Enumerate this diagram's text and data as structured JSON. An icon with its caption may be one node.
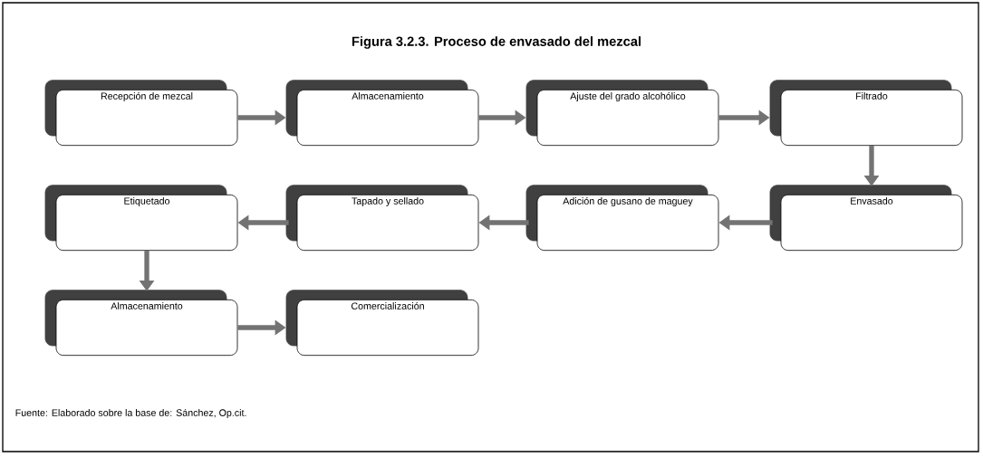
{
  "diagram": {
    "title": "Figura 3.2.3. Proceso de envasado del mezcal",
    "caption": "Fuente: Elaborado sobre la base de: Sánchez, Op.cit.",
    "nodes": [
      {
        "text": [
          "Recepción de mezcal"
        ]
      },
      {
        "text": [
          "Almacenamiento"
        ]
      },
      {
        "text": [
          "Ajuste del grado alcohólico"
        ]
      },
      {
        "text": [
          "Filtrado"
        ]
      },
      {
        "text": [
          "Etiquetado"
        ]
      },
      {
        "text": [
          "Tapado y sellado"
        ]
      },
      {
        "text": [
          "Adición de gusano de maguey"
        ]
      },
      {
        "text": [
          "Envasado"
        ]
      },
      {
        "text": [
          "Almacenamiento"
        ]
      },
      {
        "text": [
          "Comercialización"
        ]
      }
    ],
    "edges": [
      {
        "from": 0,
        "to": 1,
        "arrow": "to"
      },
      {
        "from": 1,
        "to": 2,
        "arrow": "to"
      },
      {
        "from": 2,
        "to": 3,
        "arrow": "to"
      },
      {
        "from": 3,
        "to": 7,
        "arrow": "to"
      },
      {
        "from": 7,
        "to": 6,
        "arrow": "to"
      },
      {
        "from": 6,
        "to": 5,
        "arrow": "to"
      },
      {
        "from": 5,
        "to": 4,
        "arrow": "to"
      },
      {
        "from": 4,
        "to": 8,
        "arrow": "to"
      },
      {
        "from": 8,
        "to": 9,
        "arrow": "to"
      }
    ]
  }
}
